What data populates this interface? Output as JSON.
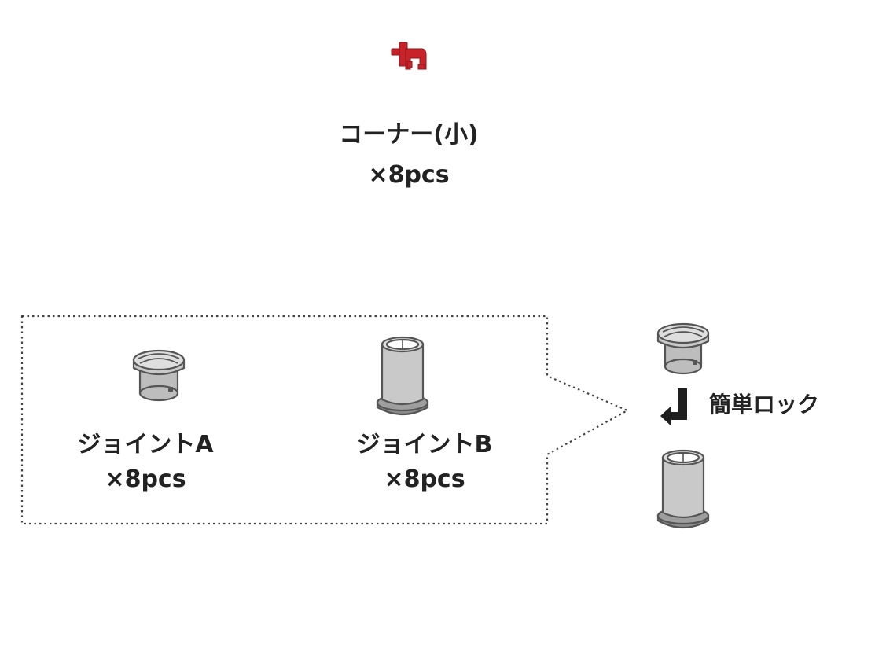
{
  "corner": {
    "title": "コーナー(小)",
    "qty": "×8pcs"
  },
  "joint_a": {
    "title": "ジョイントA",
    "qty": "×8pcs"
  },
  "joint_b": {
    "title": "ジョイントB",
    "qty": "×8pcs"
  },
  "lock": {
    "label": "簡単ロック"
  },
  "colors": {
    "corner_red": "#c8232b",
    "part_fill": "#c9c9c9",
    "part_stroke": "#555555",
    "dotted": "#444444"
  }
}
